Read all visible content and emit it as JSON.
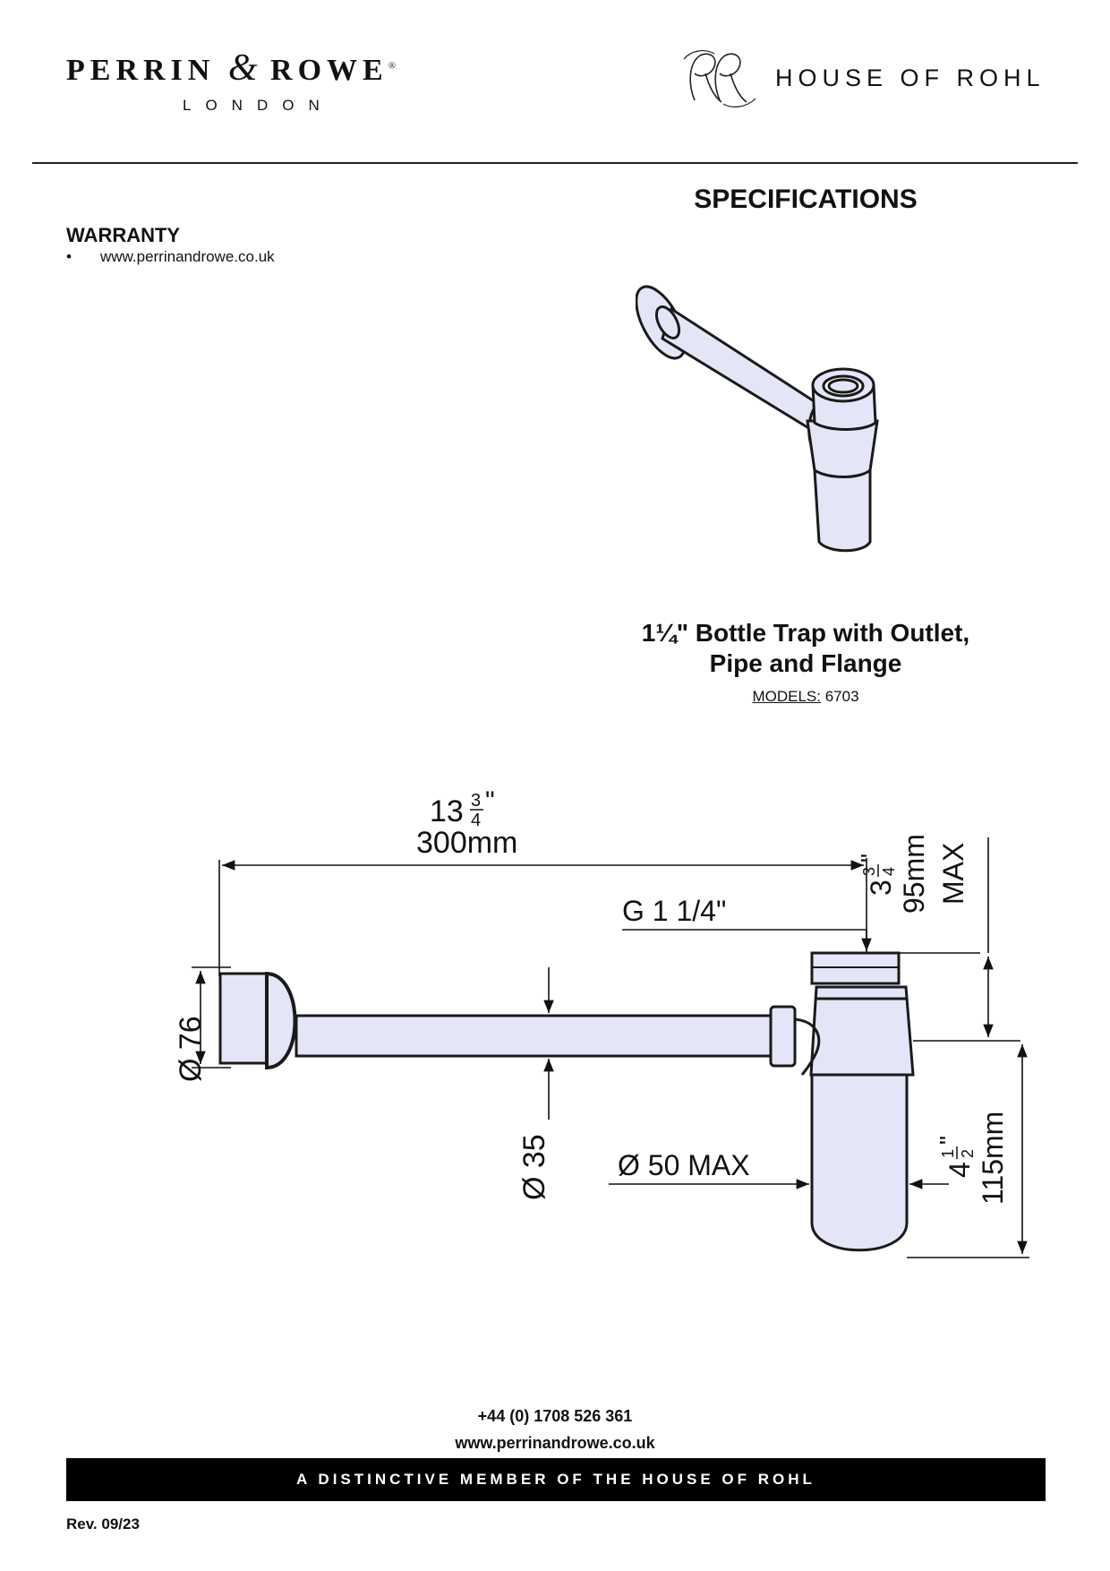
{
  "header": {
    "brand_left": {
      "name_part1": "PERRIN",
      "ampersand": "&",
      "name_part2": "ROWE",
      "registered": "®",
      "city": "LONDON"
    },
    "brand_right": {
      "monogram": "RR",
      "name": "HOUSE OF ROHL"
    }
  },
  "spec_title": "SPECIFICATIONS",
  "warranty": {
    "title": "WARRANTY",
    "items": [
      "www.perrinandrowe.co.uk"
    ]
  },
  "product": {
    "title_line1": "1¼\" Bottle Trap with Outlet,",
    "title_line2": "Pipe and Flange",
    "models_label": "MODELS:",
    "models_value": "6703"
  },
  "drawing": {
    "length_imperial_whole": "13",
    "length_frac_num": "3",
    "length_frac_den": "4",
    "inch_mark": "\"",
    "length_metric": "300mm",
    "thread": "G 1 1/4\"",
    "right_top_imperial_whole": "3",
    "right_top_frac_num": "3",
    "right_top_frac_den": "4",
    "right_top_metric": "95mm",
    "right_top_note": "MAX",
    "flange_diameter": "Ø 76",
    "pipe_diameter": "Ø 35",
    "bottle_diameter": "Ø 50 MAX",
    "right_bottom_imperial_whole": "4",
    "right_bottom_frac_num": "1",
    "right_bottom_frac_den": "2",
    "right_bottom_metric": "115mm"
  },
  "footer": {
    "phone": "+44 (0) 1708 526 361",
    "website": "www.perrinandrowe.co.uk",
    "tagline": "A DISTINCTIVE MEMBER OF THE HOUSE OF ROHL",
    "revision": "Rev. 09/23"
  },
  "colors": {
    "part_fill": "#e4e6f8",
    "stroke": "#1a1a1a",
    "bar": "#000000"
  }
}
